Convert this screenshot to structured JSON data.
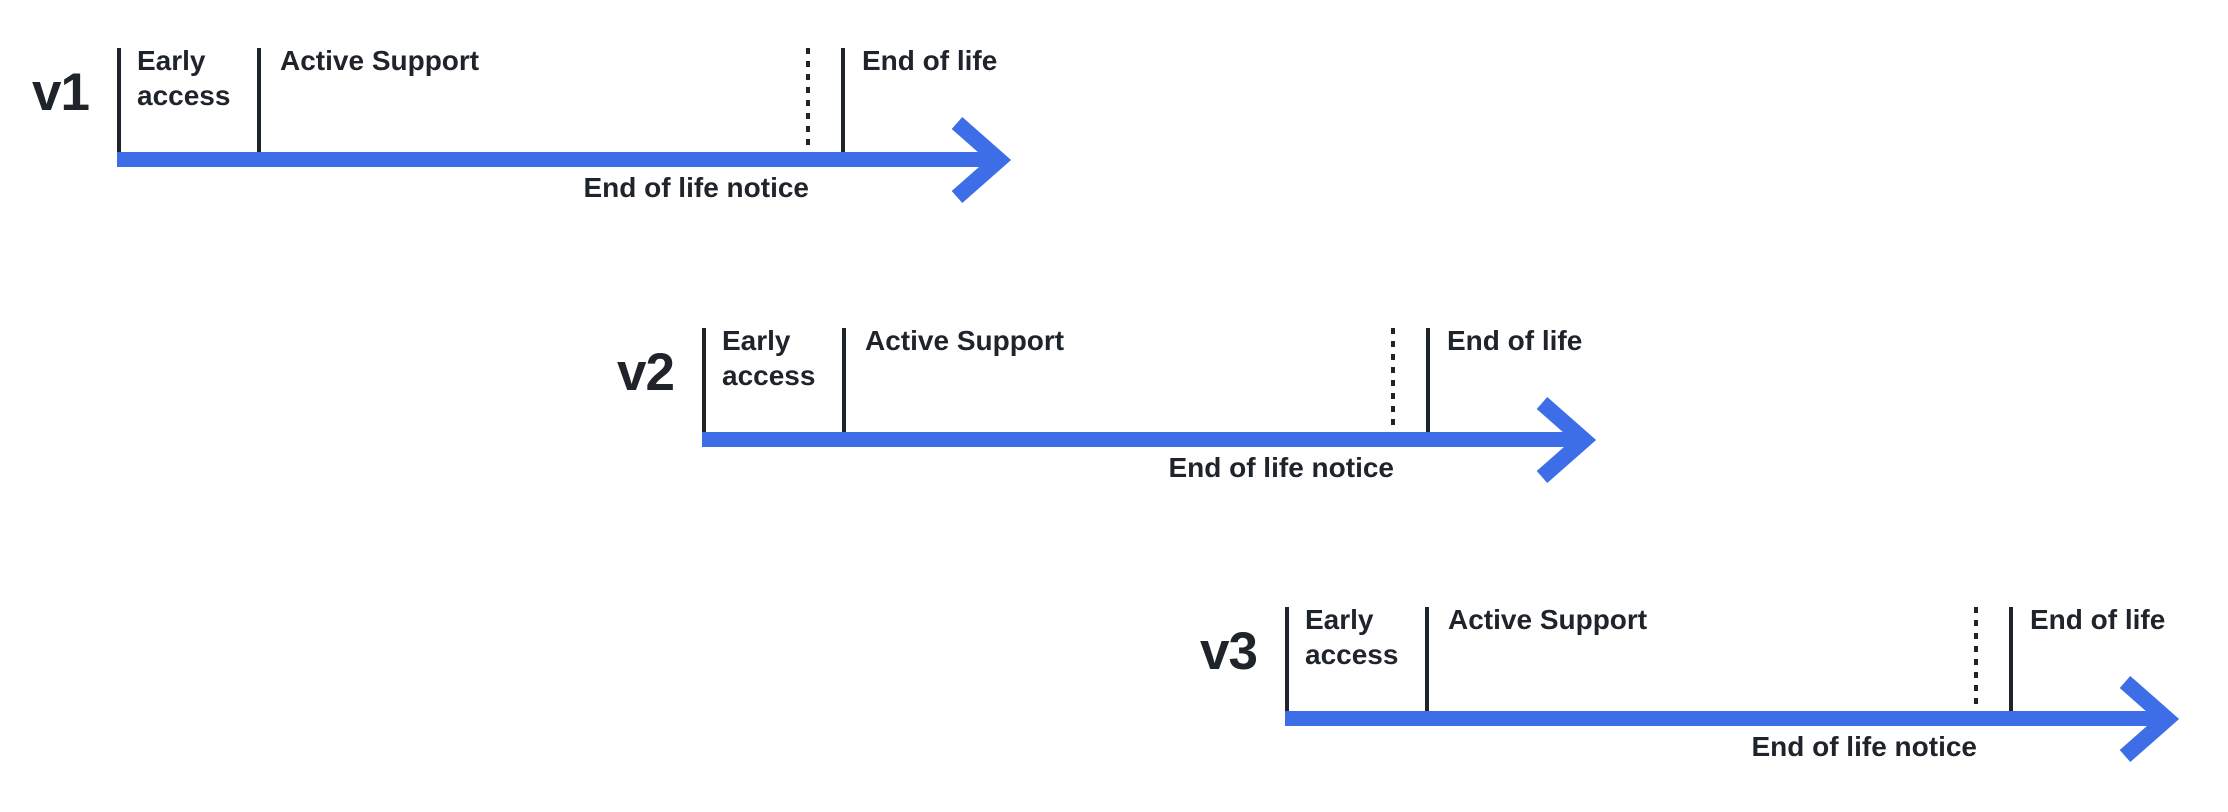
{
  "colors": {
    "arrow_blue": "#3e6de8",
    "ink": "#1f232a",
    "background": "#ffffff"
  },
  "timelines": [
    {
      "version": "v1",
      "labels": {
        "early_access": "Early access",
        "active_support": "Active Support",
        "end_of_life": "End of life",
        "end_of_life_notice": "End of life notice"
      }
    },
    {
      "version": "v2",
      "labels": {
        "early_access": "Early access",
        "active_support": "Active Support",
        "end_of_life": "End of life",
        "end_of_life_notice": "End of life notice"
      }
    },
    {
      "version": "v3",
      "labels": {
        "early_access": "Early access",
        "active_support": "Active Support",
        "end_of_life": "End of life",
        "end_of_life_notice": "End of life notice"
      }
    }
  ]
}
